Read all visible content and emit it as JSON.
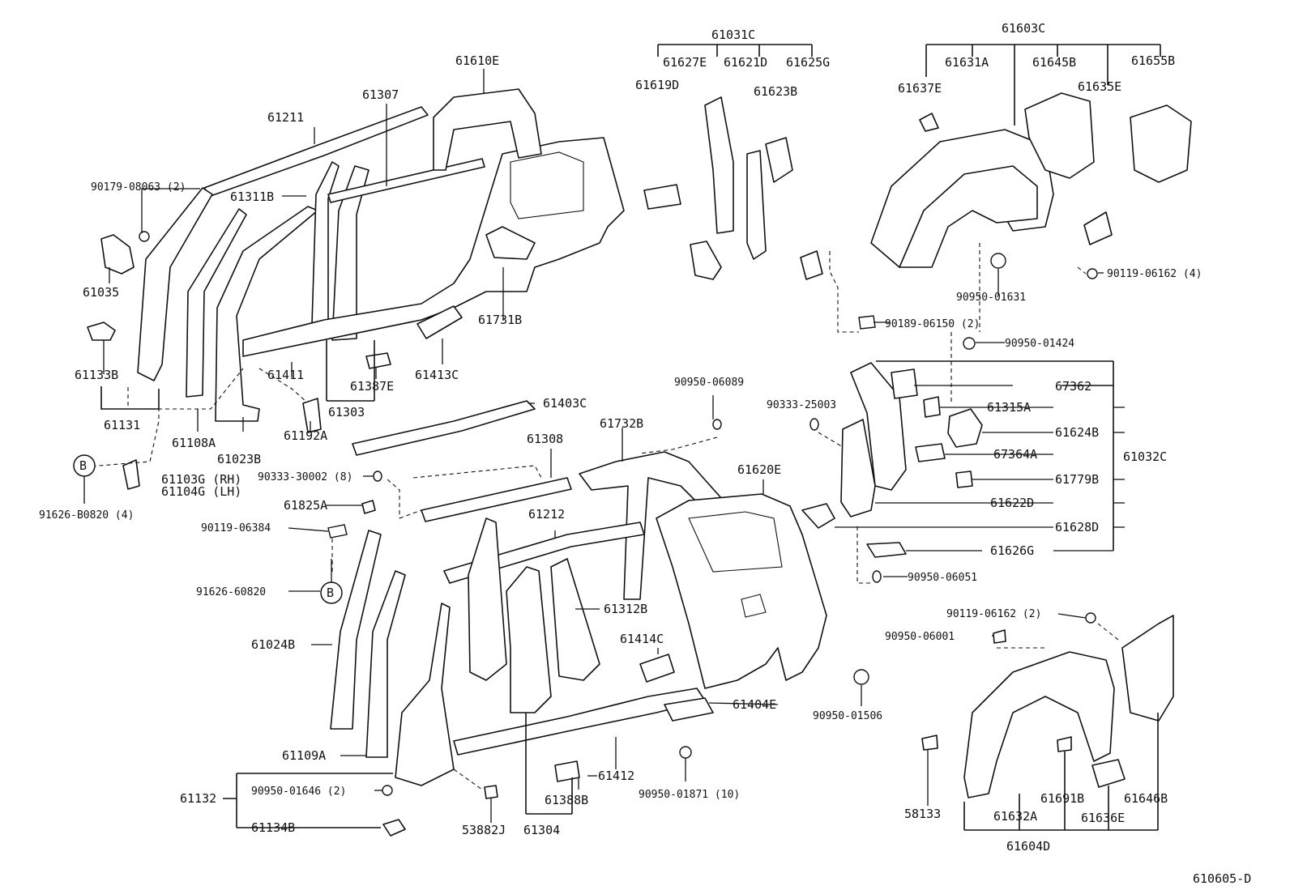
{
  "diagram_id": "610605-D",
  "callout_letter": "B",
  "labels": {
    "l61031C": "61031C",
    "l61603C": "61603C",
    "l61610E": "61610E",
    "l61627E": "61627E",
    "l61621D": "61621D",
    "l61625G": "61625G",
    "l61631A": "61631A",
    "l61645B": "61645B",
    "l61655B": "61655B",
    "l61619D": "61619D",
    "l61623B": "61623B",
    "l61637E": "61637E",
    "l61635E": "61635E",
    "l61211": "61211",
    "l61307": "61307",
    "l90179": "90179-08063 (2)",
    "l61311B": "61311B",
    "l61035": "61035",
    "l61731B": "61731B",
    "l90950_01631": "90950-01631",
    "l90119_06162_4": "90119-06162 (4)",
    "l90189": "90189-06150 (2)",
    "l90950_01424": "90950-01424",
    "l61133B": "61133B",
    "l61411": "61411",
    "l61387E": "61387E",
    "l61413C": "61413C",
    "l61131": "61131",
    "l61108A": "61108A",
    "l61023B": "61023B",
    "l61303": "61303",
    "l61403C": "61403C",
    "l90950_06089": "90950-06089",
    "l67362": "67362",
    "l90333_25003": "90333-25003",
    "l61315A": "61315A",
    "l61192A": "61192A",
    "l61732B": "61732B",
    "l61624B": "61624B",
    "l61308": "61308",
    "l61103G": "61103G (RH)",
    "l61104G": "61104G (LH)",
    "l90333_30002": "90333-30002 (8)",
    "l67364A": "67364A",
    "l61032C": "61032C",
    "l61620E": "61620E",
    "l91626_B0820": "91626-B0820 (4)",
    "l61779B": "61779B",
    "l61825A": "61825A",
    "l61622D": "61622D",
    "l61212": "61212",
    "l90119_06384": "90119-06384",
    "l61628D": "61628D",
    "l61626G": "61626G",
    "l91626_60820": "91626-60820",
    "l90950_06051": "90950-06051",
    "l61312B": "61312B",
    "l90119_06162_2": "90119-06162 (2)",
    "l61024B": "61024B",
    "l90950_06001": "90950-06001",
    "l61414C": "61414C",
    "l61404E": "61404E",
    "l90950_01506": "90950-01506",
    "l61109A": "61109A",
    "l61412": "61412",
    "l61132": "61132",
    "l90950_01646": "90950-01646 (2)",
    "l90950_01871": "90950-01871 (10)",
    "l61388B": "61388B",
    "l58133": "58133",
    "l61691B": "61691B",
    "l61646B": "61646B",
    "l61632A": "61632A",
    "l61636E": "61636E",
    "l61134B": "61134B",
    "l53882J": "53882J",
    "l61304": "61304",
    "l61604D": "61604D"
  }
}
